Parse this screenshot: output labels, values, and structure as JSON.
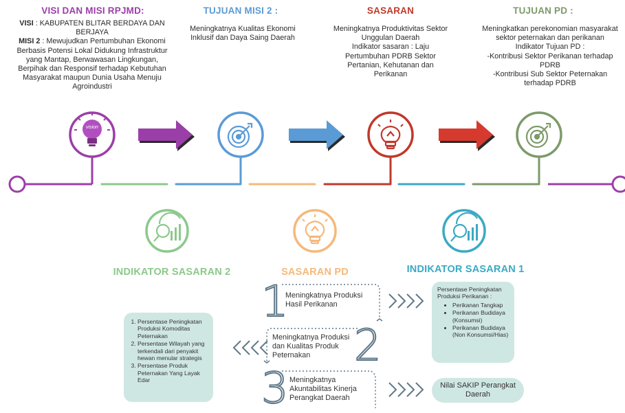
{
  "top": {
    "col1": {
      "title": "VISI DAN MISI RPJMD:",
      "visi_label": "VISI",
      "visi_text": " : KABUPATEN BLITAR BERDAYA DAN BERJAYA",
      "misi_label": "MISI 2",
      "misi_text": " : Mewujudkan Pertumbuhan Ekonomi Berbasis Potensi Lokal Didukung Infrastruktur yang Mantap, Berwawasan Lingkungan, Berpihak dan Responsif terhadap Kebutuhan Masyarakat maupun Dunia Usaha Menuju Agroindustri",
      "icon": "lightbulb-vision-icon",
      "icon_word": "vision",
      "color": "#9b3fa8"
    },
    "col2": {
      "title": "TUJUAN MISI 2 :",
      "text": "Meningkatnya Kualitas Ekonomi Inklusif dan Daya Saing Daerah",
      "icon": "target-icon",
      "color": "#5b9bd5"
    },
    "col3": {
      "title": "SASARAN",
      "text": "Meningkatnya Produktivitas Sektor Unggulan Daerah\nIndikator sasaran : Laju Pertumbuhan PDRB Sektor Pertanian, Kehutanan dan Perikanan",
      "icon": "lightbulb-icon",
      "color": "#c0392b"
    },
    "col4": {
      "title": "TUJUAN PD :",
      "text": "Meningkatkan perekonomian masyarakat sektor peternakan dan perikanan\nIndikator Tujuan PD :\n-Kontribusi Sektor Perikanan terhadap PDRB\n-Kontribusi Sub Sektor Peternakan terhadap PDRB",
      "icon": "target-icon",
      "color": "#7d9a6a"
    }
  },
  "middle": {
    "indikator2": {
      "title": "INDIKATOR SASARAN 2",
      "icon": "magnifier-chart-icon",
      "color": "#8bc98b"
    },
    "sasaran_pd": {
      "title": "SASARAN PD",
      "icon": "lightbulb-icon",
      "color": "#f5b97a"
    },
    "indikator1": {
      "title": "INDIKATOR SASARAN 1",
      "icon": "magnifier-chart-icon",
      "color": "#3aa9c4"
    }
  },
  "items": {
    "n1": "1",
    "n2": "2",
    "n3": "3",
    "item1": "Meningkatnya Produksi Hasil Perikanan",
    "item2": "Meningkatnya Produksi dan Kualitas Produk Peternakan",
    "item3": "Meningkatnya Akuntabilitas Kinerja Perangkat Daerah"
  },
  "left_bubble": [
    "Persentase Peningkatan Produksi Komoditas Peternakan",
    "Persentase Wilayah yang terkendali dari penyakit hewan menular strategis",
    "Persentase Produk Peternakan Yang Layak Edar"
  ],
  "right_bubble": {
    "intro": "Persentase Peningkatan Produksi Perikanan :",
    "bullets": [
      "Perikanan Tangkap",
      "Perikanan Budidaya (Konsumsi)",
      "Perikanan Budidaya (Non Konsumsi/Hias)"
    ]
  },
  "sakip_bubble": "Nilai SAKIP Perangkat Daerah"
}
